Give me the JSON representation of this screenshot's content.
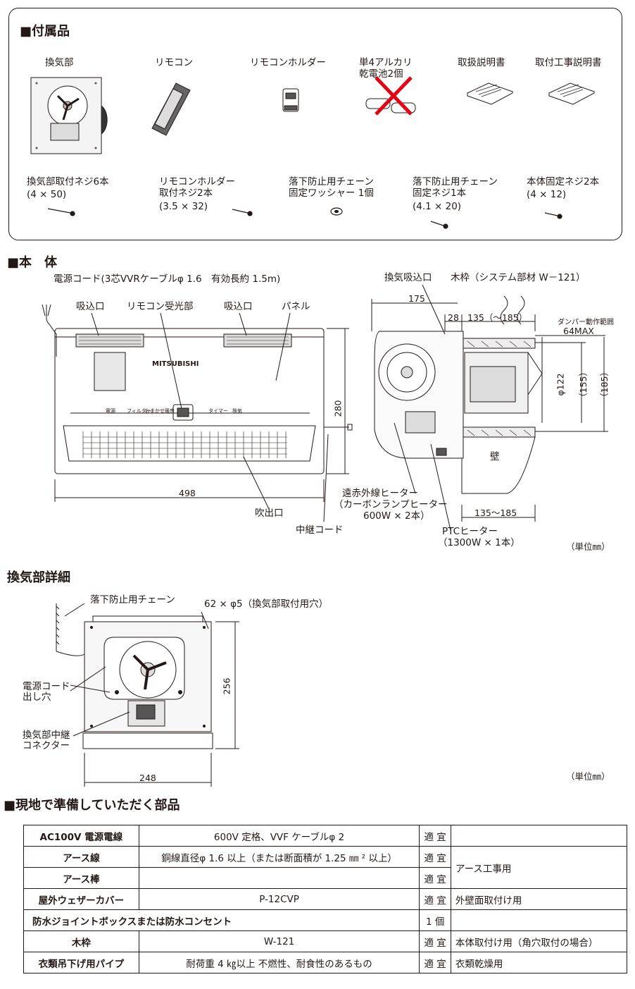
{
  "accessories": {
    "heading": "■付属品",
    "items_top": [
      {
        "label": "換気部"
      },
      {
        "label": "リモコン"
      },
      {
        "label": "リモコンホルダー"
      },
      {
        "label": "単4アルカリ",
        "label2": "乾電池2個"
      },
      {
        "label": "取扱説明書"
      },
      {
        "label": "取付工事説明書"
      }
    ],
    "items_bottom": [
      {
        "label": "換気部取付ネジ6本",
        "size": "(4 × 50)"
      },
      {
        "label": "リモコンホルダー",
        "label2": "取付ネジ2本",
        "size": "(3.5 × 32)"
      },
      {
        "label": "落下防止用チェーン",
        "label2": "固定ワッシャー 1個"
      },
      {
        "label": "落下防止用チェーン",
        "label2": "固定ネジ1本",
        "size": "(4.1 × 20)"
      },
      {
        "label": "本体固定ネジ2本",
        "size": "(4 × 12)"
      }
    ]
  },
  "body_section": {
    "heading": "■本　体",
    "power_cord": "電源コード(3芯VVRケーブルφ 1.6　有効長約 1.5m)",
    "intake_left": "吸込口",
    "remote_receiver": "リモコン受光部",
    "intake_right": "吸込口",
    "panel": "パネル",
    "brand": "MITSUBISHI",
    "width_dim": "498",
    "height_dim": "280",
    "outlet": "吹出口",
    "relay_cord": "中継コード",
    "panel_buttons": [
      "電源",
      "フィルター",
      "おまかせ暖房",
      "タイマー",
      "換気"
    ],
    "side": {
      "vent_intake": "換気吸込口",
      "wood_frame": "木枠（システム部材 W－121）",
      "dim_175": "175",
      "dim_28": "28",
      "dim_135": "135（～185）",
      "damper_range": "ダンパー動作範囲",
      "damper_max": "64MAX",
      "phi122": "φ122",
      "dim155": "（155）",
      "dim185": "（185）",
      "wall": "壁",
      "dim_bottom": "135～185",
      "ir_heater_1": "遠赤外線ヒーター",
      "ir_heater_2": "（カーボンランプヒーター",
      "ir_heater_3": "600W × 2本）",
      "ptc_1": "PTCヒーター",
      "ptc_2": "（1300W × 1本）",
      "unit": "（単位㎜）"
    }
  },
  "vent_detail": {
    "heading": "換気部詳細",
    "chain": "落下防止用チェーン",
    "holes": "62 × φ5（換気部取付用穴）",
    "cord_hole_1": "電源コード",
    "cord_hole_2": "出し穴",
    "connector_1": "換気部中継",
    "connector_2": "コネクター",
    "dim_256": "256",
    "dim_248": "248",
    "unit": "（単位㎜）"
  },
  "parts": {
    "heading": "■現地で準備していただく部品",
    "rows": [
      {
        "name": "AC100V 電源電線",
        "spec": "600V 定格、VVF ケーブルφ 2",
        "qty": "適 宜",
        "use": ""
      },
      {
        "name": "アース線",
        "spec": "銅線直径φ 1.6 以上（または断面積が 1.25 ㎜ ² 以上）",
        "qty": "適 宜",
        "use": "アース工事用"
      },
      {
        "name": "アース棒",
        "spec": "",
        "qty": "適 宜"
      },
      {
        "name": "屋外ウェザーカバー",
        "spec": "P-12CVP",
        "qty": "適 宜",
        "use": "外壁面取付け用"
      },
      {
        "name": "防水ジョイントボックスまたは防水コンセント",
        "qty": "1 個",
        "use": ""
      },
      {
        "name": "木枠",
        "spec": "W-121",
        "qty": "適 宜",
        "use": "本体取付け用（角穴取付の場合）"
      },
      {
        "name": "衣類吊下げ用パイプ",
        "spec": "耐荷重 4 ㎏以上  不燃性、耐食性のあるもの",
        "qty": "適 宜",
        "use": "衣類乾燥用"
      }
    ]
  }
}
